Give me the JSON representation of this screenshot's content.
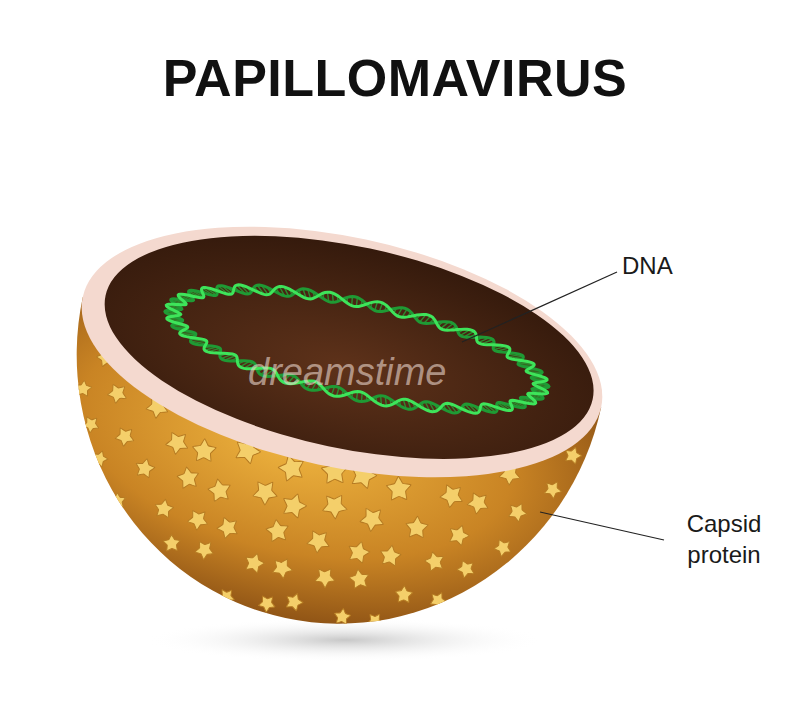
{
  "diagram": {
    "title": "PAPILLOMAVIRUS",
    "labels": [
      "DNA",
      "Capsid protein",
      "dreamstime"
    ]
  }
}
